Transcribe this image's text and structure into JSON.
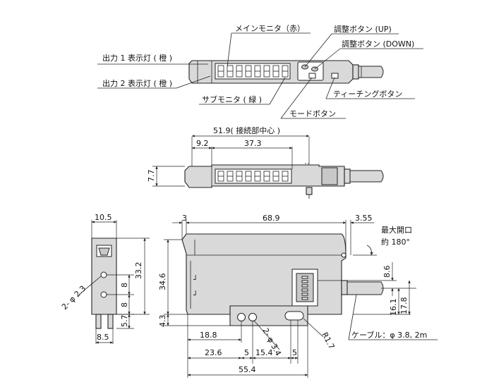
{
  "callouts": {
    "main_monitor": "メインモニタ（赤）",
    "adjust_up": "調整ボタン (UP)",
    "adjust_down": "調整ボタン (DOWN)",
    "out1_led": "出力 1 表示灯 ( 橙 )",
    "out2_led": "出力 2 表示灯 ( 橙 )",
    "teaching": "ティーチングボタン",
    "sub_monitor": "サブモニタ ( 緑 )",
    "mode": "モードボタン"
  },
  "top_view_dims": {
    "total": "51.9( 接続部中心 )",
    "left": "9.2",
    "mid": "37.3",
    "height": "7.7"
  },
  "side_view_dims": {
    "width": "10.5",
    "height": "33.2",
    "hole_label": "2- φ 2.3",
    "pitch1": "8",
    "pitch2": "8",
    "bottom": "5.7",
    "foot": "8.5"
  },
  "front_view_dims": {
    "top_left": "3",
    "top_length": "68.9",
    "top_right": "3.55",
    "max_open": "最大開口",
    "angle": "約 180°",
    "height": "34.6",
    "base": "4.3",
    "conn": "8.6",
    "h1": "16.1",
    "h2": "17.8",
    "cable": "ケーブル：φ 3.8, 2m",
    "hole_label": "2- φ 3.4",
    "radius": "R1.7",
    "b1": "18.8",
    "b2": "23.6",
    "b3": "5",
    "b4": "15.4",
    "b5": "5",
    "b6": "55.4"
  }
}
